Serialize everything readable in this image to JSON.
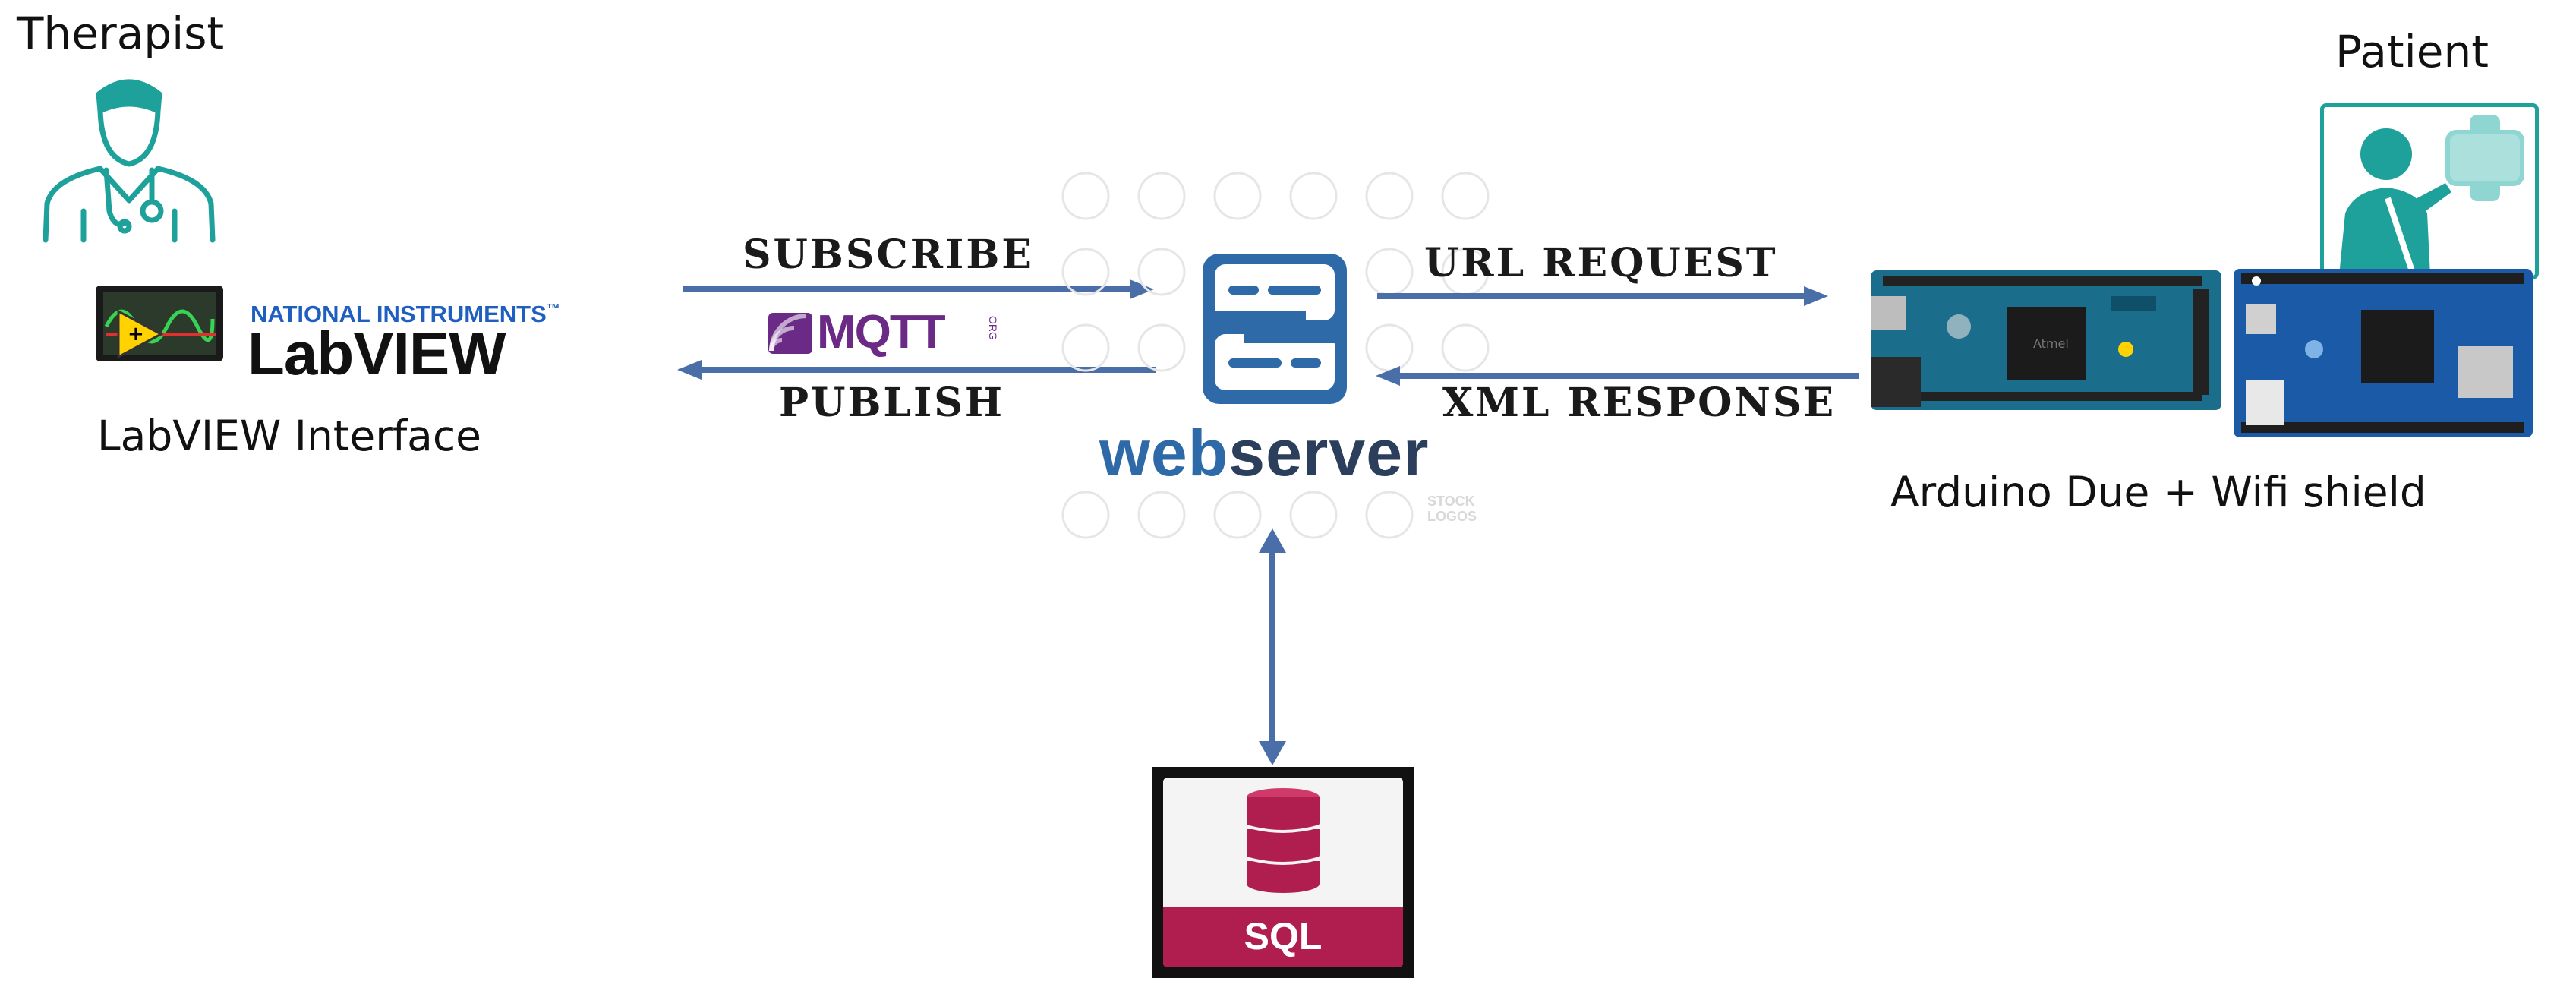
{
  "therapist": {
    "label": "Therapist"
  },
  "patient": {
    "label": "Patient"
  },
  "labview": {
    "brand_top": "NATIONAL INSTRUMENTS",
    "brand_tm": "™",
    "product": "LabVIEW",
    "caption": "LabVIEW Interface"
  },
  "mqtt": {
    "logo": "MQTT",
    "suffix": "ORG"
  },
  "links": {
    "subscribe": "SUBSCRIBE",
    "publish": "PUBLISH",
    "url_request": "URL REQUEST",
    "xml_response": "XML RESPONSE"
  },
  "webserver": {
    "web": "web",
    "server": "server",
    "watermark": "STOCK LOGOS"
  },
  "database": {
    "label": "SQL"
  },
  "arduino": {
    "caption": "Arduino Due + Wifi shield",
    "board_mark": "Atmel"
  },
  "colors": {
    "arrow": "#4a6fa8",
    "teal": "#1ea19a",
    "webserver_blue": "#2f6aa8",
    "sql_red": "#b01e50",
    "mqtt_purple": "#6b2a86",
    "labview_blue": "#1f5fbf",
    "arduino_board": "#1b6d8c",
    "shield_board": "#1b5aa6"
  },
  "icons": [
    "doctor-icon",
    "patient-icon",
    "labview-icon",
    "webserver-icon",
    "database-icon",
    "arduino-board-icon",
    "wifi-shield-icon"
  ]
}
